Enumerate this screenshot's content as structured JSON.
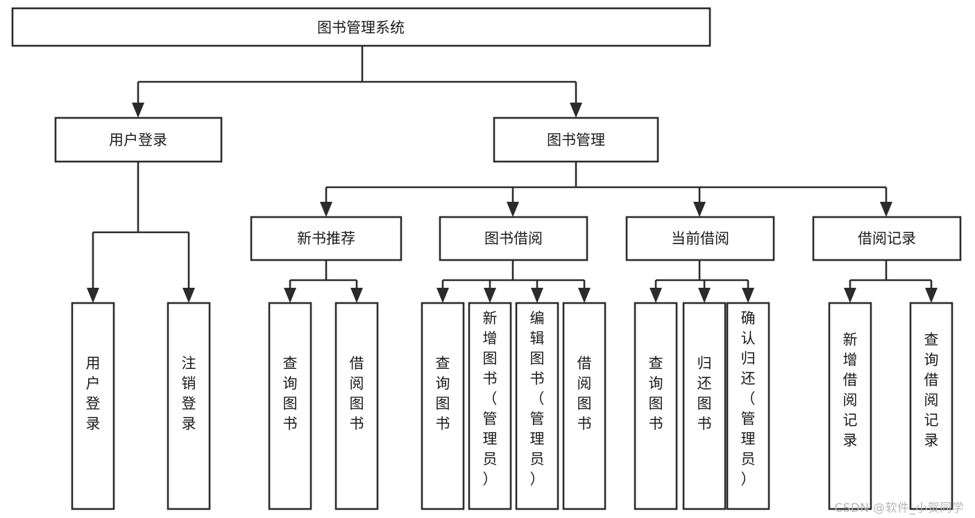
{
  "diagram": {
    "type": "tree-hierarchy",
    "title": "图书管理系统",
    "orientation": "top-down",
    "colors": {
      "box_stroke": "#2b2b2b",
      "box_fill": "#ffffff",
      "connector": "#2b2b2b",
      "text": "#1a1a1a",
      "watermark": "#b6b6b6",
      "background": "#ffffff"
    },
    "levels": [
      {
        "level": 1,
        "nodes": [
          {
            "id": "root",
            "label": "图书管理系统",
            "orientation": "horizontal"
          }
        ]
      },
      {
        "level": 2,
        "nodes": [
          {
            "id": "login",
            "label": "用户登录",
            "orientation": "horizontal",
            "parent": "root"
          },
          {
            "id": "bookmgmt",
            "label": "图书管理",
            "orientation": "horizontal",
            "parent": "root"
          }
        ]
      },
      {
        "level": 3,
        "nodes": [
          {
            "id": "newbook",
            "label": "新书推荐",
            "orientation": "horizontal",
            "parent": "bookmgmt"
          },
          {
            "id": "borrow",
            "label": "图书借阅",
            "orientation": "horizontal",
            "parent": "bookmgmt"
          },
          {
            "id": "current",
            "label": "当前借阅",
            "orientation": "horizontal",
            "parent": "bookmgmt"
          },
          {
            "id": "records",
            "label": "借阅记录",
            "orientation": "horizontal",
            "parent": "bookmgmt"
          }
        ]
      },
      {
        "level": 4,
        "nodes": [
          {
            "id": "leaf1",
            "label": "用户登录",
            "orientation": "vertical",
            "parent": "login"
          },
          {
            "id": "leaf2",
            "label": "注销登录",
            "orientation": "vertical",
            "parent": "login"
          },
          {
            "id": "leaf3",
            "label": "查询图书",
            "orientation": "vertical",
            "parent": "newbook"
          },
          {
            "id": "leaf4",
            "label": "借阅图书",
            "orientation": "vertical",
            "parent": "newbook"
          },
          {
            "id": "leaf5",
            "label": "查询图书",
            "orientation": "vertical",
            "parent": "borrow"
          },
          {
            "id": "leaf6",
            "label": "新增图书（管理员）",
            "orientation": "vertical",
            "parent": "borrow"
          },
          {
            "id": "leaf7",
            "label": "编辑图书（管理员）",
            "orientation": "vertical",
            "parent": "borrow"
          },
          {
            "id": "leaf8",
            "label": "借阅图书",
            "orientation": "vertical",
            "parent": "borrow"
          },
          {
            "id": "leaf9",
            "label": "查询图书",
            "orientation": "vertical",
            "parent": "current"
          },
          {
            "id": "leaf10",
            "label": "归还图书",
            "orientation": "vertical",
            "parent": "current"
          },
          {
            "id": "leaf11",
            "label": "确认归还（管理员）",
            "orientation": "vertical",
            "parent": "current"
          },
          {
            "id": "leaf12",
            "label": "新增借阅记录",
            "orientation": "vertical",
            "parent": "records"
          },
          {
            "id": "leaf13",
            "label": "查询借阅记录",
            "orientation": "vertical",
            "parent": "records"
          }
        ]
      }
    ]
  },
  "watermark": {
    "text": "CSDN @软件_小贺同学"
  }
}
